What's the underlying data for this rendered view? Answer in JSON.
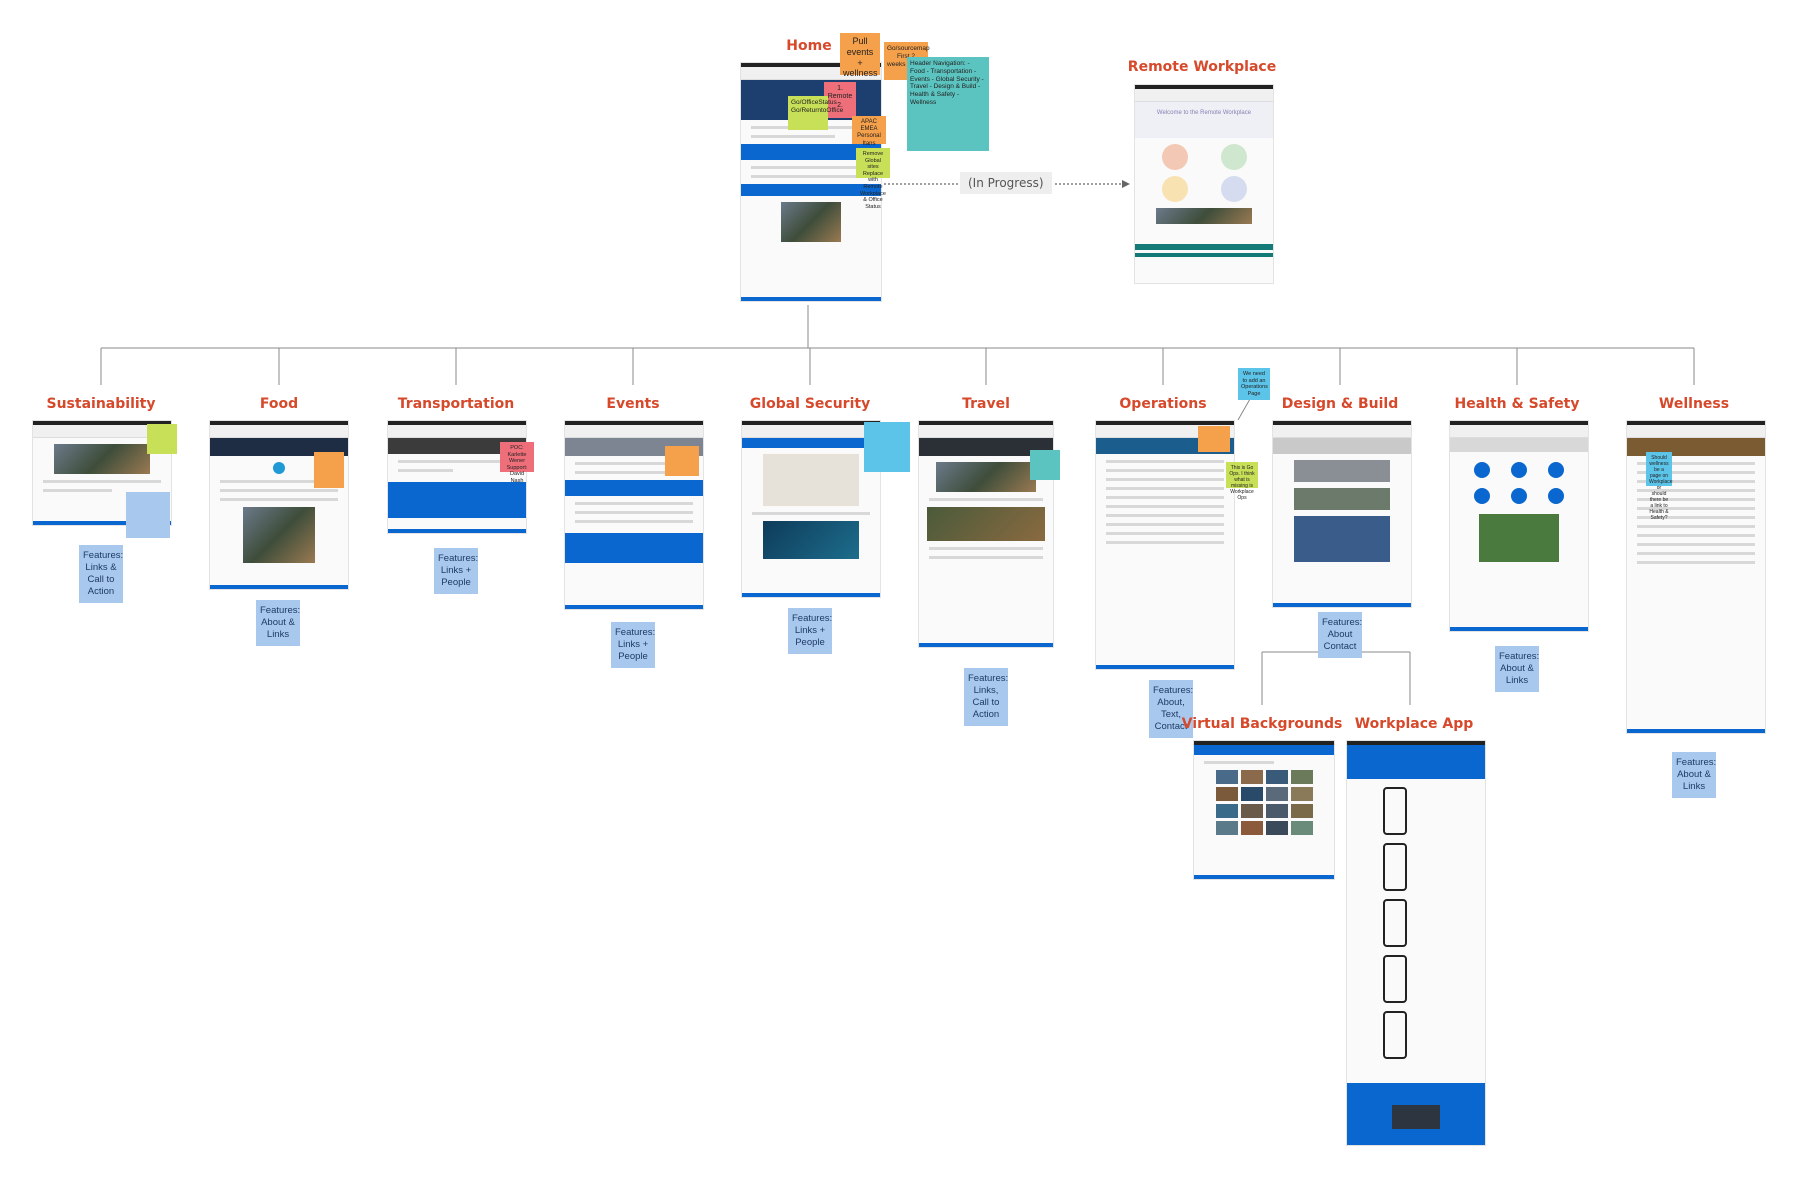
{
  "diagram": {
    "home": {
      "title": "Home"
    },
    "remote": {
      "title": "Remote Workplace",
      "status_label": "(In Progress)",
      "welcome_text": "Welcome to the Remote Workplace"
    },
    "sections": [
      {
        "title": "Sustainability",
        "features": "Features: Links & Call to Action"
      },
      {
        "title": "Food",
        "features": "Features: About & Links"
      },
      {
        "title": "Transportation",
        "features": "Features: Links + People"
      },
      {
        "title": "Events",
        "features": "Features: Links + People"
      },
      {
        "title": "Global Security",
        "features": "Features: Links + People"
      },
      {
        "title": "Travel",
        "features": "Features: Links, Call to Action"
      },
      {
        "title": "Operations",
        "features": "Features: About, Text, Contact"
      },
      {
        "title": "Design & Build",
        "features": "Features: About Contact"
      },
      {
        "title": "Health & Safety",
        "features": "Features: About & Links"
      },
      {
        "title": "Wellness",
        "features": "Features: About & Links"
      }
    ],
    "sub_sections": [
      {
        "title": "Virtual Backgrounds"
      },
      {
        "title": "Workplace App"
      }
    ],
    "sticky_notes": {
      "pull_events": "Pull events + wellness",
      "go_sourcemap": "Go/sourcemap First 2 weeks of Jan",
      "header_nav": "Header Navigation: - Food - Transportation - Events - Global Security - Travel - Design & Build - Health & Safety - Wellness",
      "remote_2": "1. Remote 2.",
      "go_office": "Go/OfficeStatus Go/ReturntoOffice",
      "apac_emea": "APAC EMEA Personal Itans",
      "remove_global": "Remove Global sites Replace with Remote Workplace & Office Status",
      "ops_need": "We need to add an Operations Page",
      "ops_this_is": "This is Go Ops. I think what is missing is Workplace Ops",
      "transport_poc": "POC: Karlette Wener Support: David Nash",
      "wellness_should": "Should wellness be a page on Workplace or should there be a link to Health & Safety?"
    }
  }
}
